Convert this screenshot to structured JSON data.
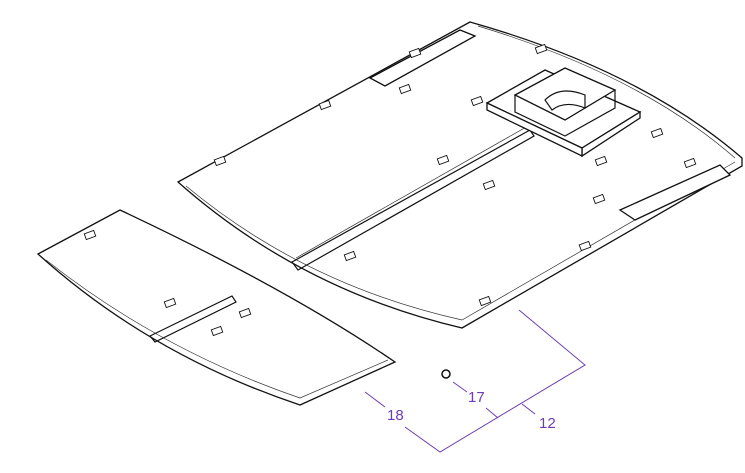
{
  "callouts": {
    "part_18": "18",
    "part_17": "17",
    "part_12": "12"
  },
  "colors": {
    "callout": "#6b3cc0",
    "line": "#111111"
  }
}
